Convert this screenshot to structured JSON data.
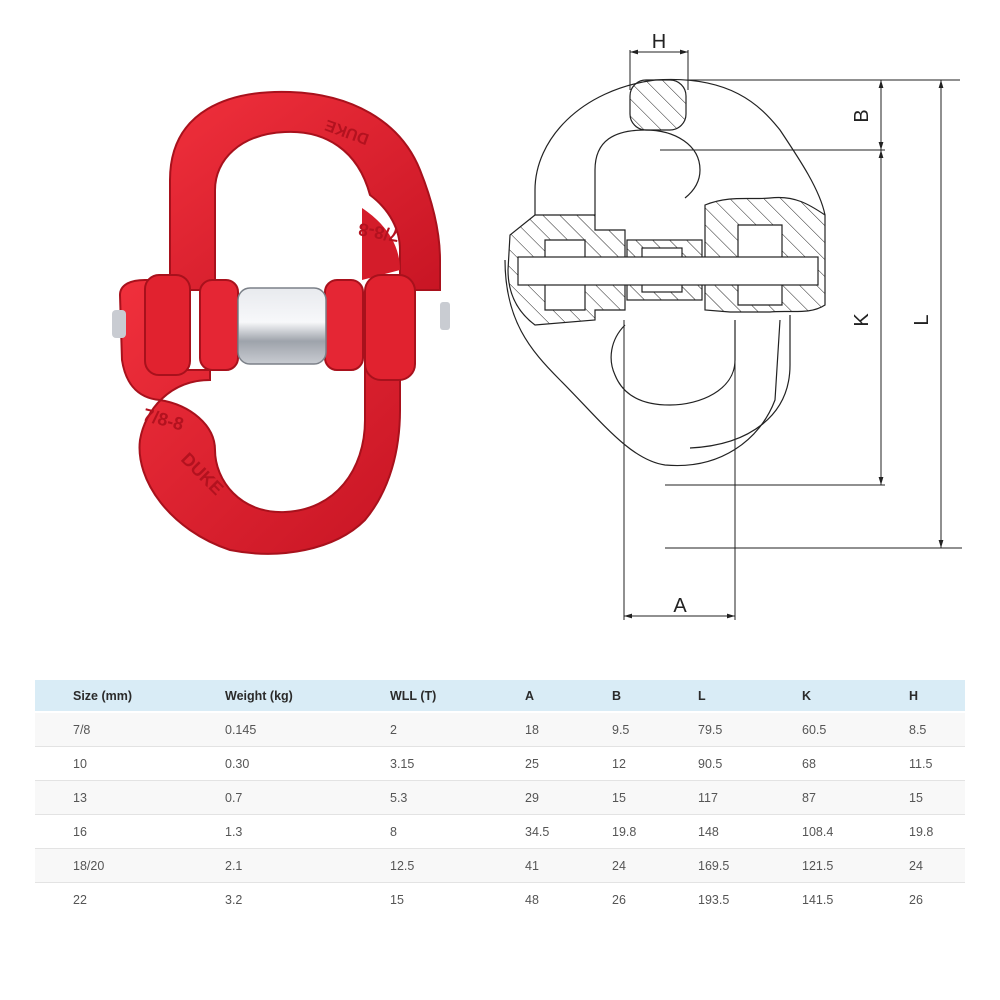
{
  "product": {
    "photo_description": "red hammerlock coupling link with silver pin",
    "stamp_top": "DUKE",
    "stamp_grade_top": "7/8-8",
    "stamp_grade_bottom": "7/8-8",
    "stamp_bottom": "DUKE",
    "colors": {
      "body": "#e0202e",
      "body_dark": "#a8111c",
      "pin": "#c9ccd2"
    }
  },
  "diagram": {
    "labels": {
      "H": "H",
      "B": "B",
      "K": "K",
      "L": "L",
      "A": "A"
    }
  },
  "table": {
    "header_bg": "#d9ecf6",
    "columns": [
      "Size (mm)",
      "Weight (kg)",
      "WLL (T)",
      "A",
      "B",
      "L",
      "K",
      "H"
    ],
    "rows": [
      [
        "7/8",
        "0.145",
        "2",
        "18",
        "9.5",
        "79.5",
        "60.5",
        "8.5"
      ],
      [
        "10",
        "0.30",
        "3.15",
        "25",
        "12",
        "90.5",
        "68",
        "11.5"
      ],
      [
        "13",
        "0.7",
        "5.3",
        "29",
        "15",
        "117",
        "87",
        "15"
      ],
      [
        "16",
        "1.3",
        "8",
        "34.5",
        "19.8",
        "148",
        "108.4",
        "19.8"
      ],
      [
        "18/20",
        "2.1",
        "12.5",
        "41",
        "24",
        "169.5",
        "121.5",
        "24"
      ],
      [
        "22",
        "3.2",
        "15",
        "48",
        "26",
        "193.5",
        "141.5",
        "26"
      ]
    ]
  }
}
